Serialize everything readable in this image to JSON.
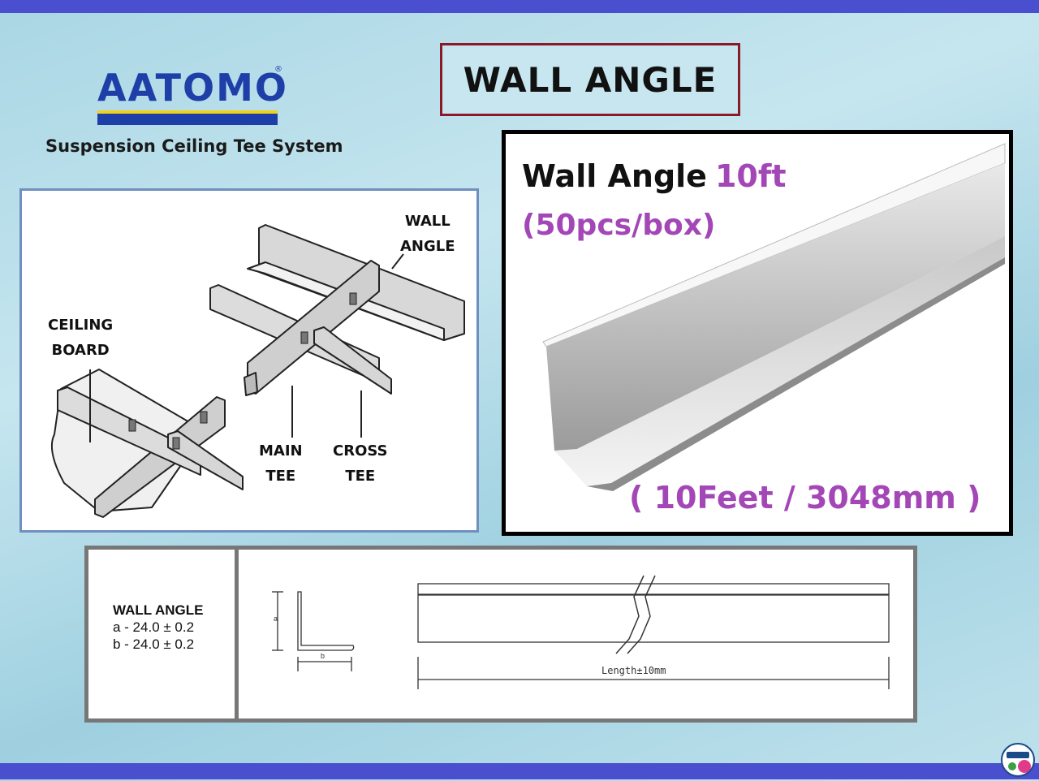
{
  "brand": {
    "name": "AATOMO",
    "registered": "®",
    "tagline": "Suspension Ceiling Tee System"
  },
  "page_title": "WALL ANGLE",
  "diagram": {
    "labels": {
      "wall_angle_1": "WALL",
      "wall_angle_2": "ANGLE",
      "ceiling_board_1": "CEILING",
      "ceiling_board_2": "BOARD",
      "main_tee_1": "MAIN",
      "main_tee_2": "TEE",
      "cross_tee_1": "CROSS",
      "cross_tee_2": "TEE"
    }
  },
  "product": {
    "name": "Wall Angle",
    "length": "10ft",
    "packing": "(50pcs/box)",
    "dimension": "( 10Feet / 3048mm )"
  },
  "spec": {
    "heading": "WALL ANGLE",
    "line_a": "a - 24.0 ± 0.2",
    "line_b": "b - 24.0 ± 0.2",
    "label_a": "a",
    "label_b": "b",
    "length_label": "Length±10mm"
  },
  "colors": {
    "band": "#4a4fd0",
    "brand_blue": "#1f3fa8",
    "brand_yellow": "#f2d11a",
    "accent_purple": "#a347b7",
    "title_border": "#8a1a2a"
  }
}
